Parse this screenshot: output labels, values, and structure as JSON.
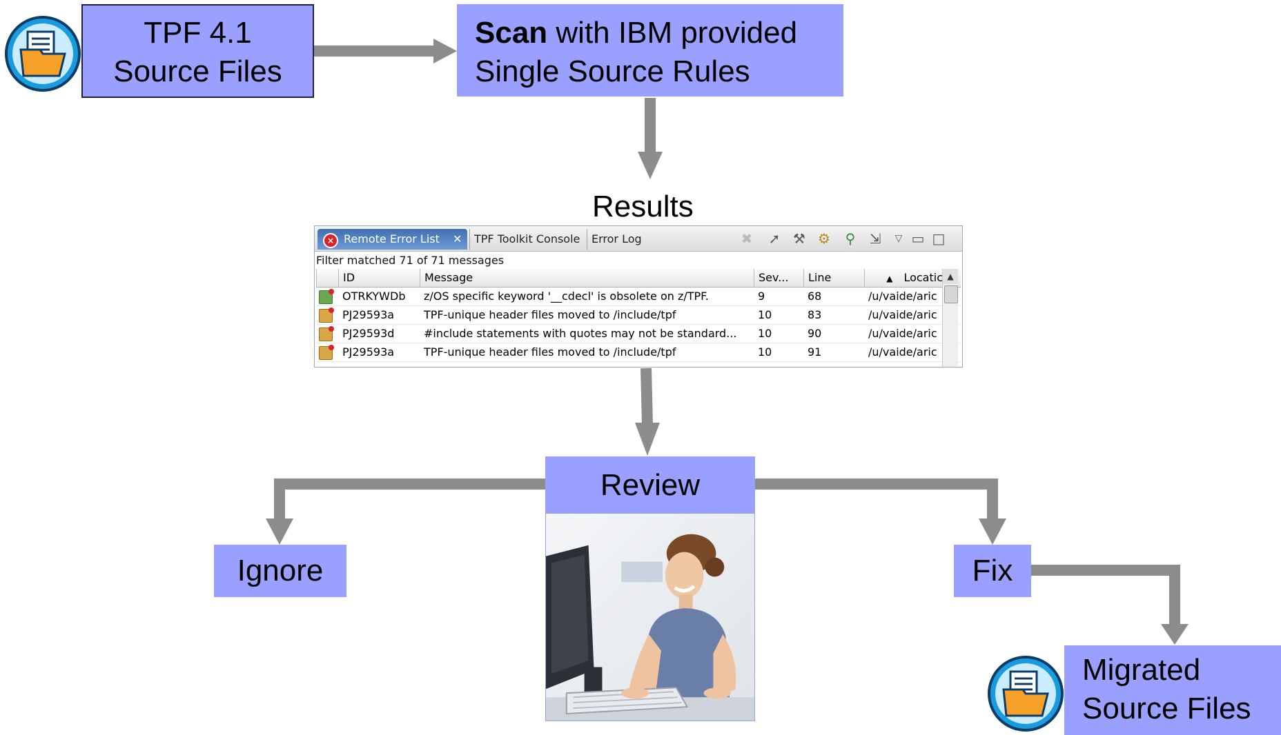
{
  "colors": {
    "box_fill": "#99a0ff",
    "arrow": "#8c8c8c",
    "folder_ring": "#1a9be0",
    "folder_body": "#f7a12a"
  },
  "steps": {
    "source": {
      "line1": "TPF 4.1",
      "line2": "Source Files",
      "icon": "folder-document-icon"
    },
    "scan": {
      "bold": "Scan",
      "rest": " with IBM provided",
      "line2": "Single Source Rules"
    },
    "results_label": "Results",
    "review": "Review",
    "ignore": "Ignore",
    "fix": "Fix",
    "migrated": {
      "line1": "Migrated",
      "line2": "Source Files",
      "icon": "folder-document-icon"
    }
  },
  "error_list": {
    "tabs": [
      "Remote Error List",
      "TPF Toolkit Console",
      "Error Log"
    ],
    "tab_close": "✕",
    "filter": "Filter matched 71 of 71 messages",
    "columns": [
      "ID",
      "Message",
      "Sev...",
      "Line",
      "Locatic"
    ],
    "rows": [
      {
        "id": "OTRKYWDb",
        "message": "z/OS specific keyword '__cdecl' is obsolete on z/TPF.",
        "sev": "9",
        "line": "68",
        "location": "/u/vaide/aric"
      },
      {
        "id": "PJ29593a",
        "message": "TPF-unique header files moved to /include/tpf",
        "sev": "10",
        "line": "83",
        "location": "/u/vaide/aric"
      },
      {
        "id": "PJ29593d",
        "message": "#include statements with quotes may not be standard...",
        "sev": "10",
        "line": "90",
        "location": "/u/vaide/aric"
      },
      {
        "id": "PJ29593a",
        "message": "TPF-unique header files moved to /include/tpf",
        "sev": "10",
        "line": "91",
        "location": "/u/vaide/aric"
      }
    ]
  },
  "photo": {
    "subject": "smiling woman at computer"
  }
}
